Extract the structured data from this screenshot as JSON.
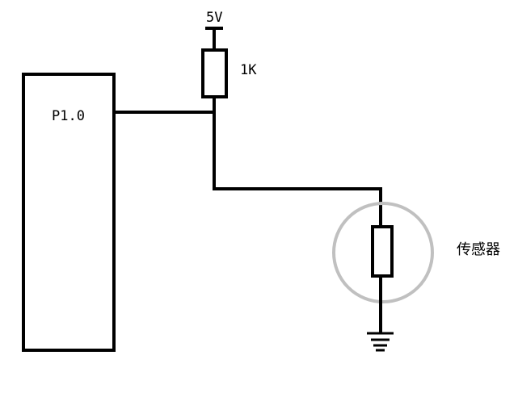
{
  "schematic": {
    "supply_label": "5V",
    "resistor_label": "1K",
    "mcu_pin_label": "P1.0",
    "sensor_label": "传感器"
  },
  "colors": {
    "wire": "#000000",
    "sensor_outline": "#c0c0c0",
    "background": "#ffffff"
  }
}
